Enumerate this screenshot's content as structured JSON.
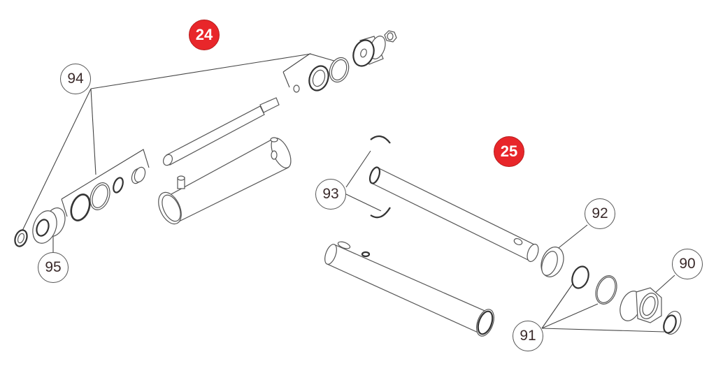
{
  "diagram": {
    "type": "exploded parts diagram",
    "assemblies": [
      {
        "id": "24",
        "label": "24",
        "color": "#e8262a"
      },
      {
        "id": "25",
        "label": "25",
        "color": "#e8262a"
      }
    ],
    "callouts": [
      {
        "label": "94",
        "refers_to": "seal kit rings (assembly 24)"
      },
      {
        "label": "95",
        "refers_to": "gland nut (assembly 24)"
      },
      {
        "label": "93",
        "refers_to": "retaining clips (assembly 25)"
      },
      {
        "label": "92",
        "refers_to": "bushing (assembly 25)"
      },
      {
        "label": "91",
        "refers_to": "seal rings (assembly 25)"
      },
      {
        "label": "90",
        "refers_to": "gland nut (assembly 25)"
      }
    ]
  }
}
